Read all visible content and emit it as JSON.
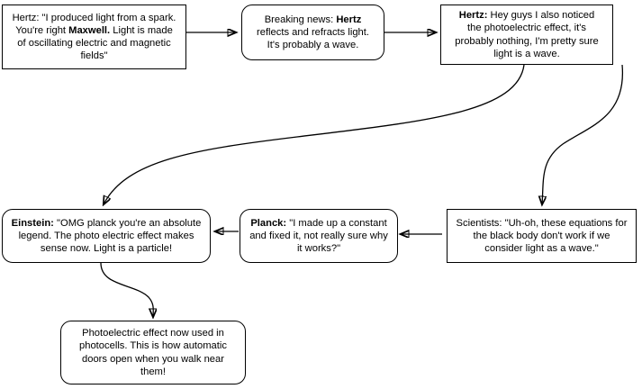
{
  "diagram": {
    "title": "History of light: wave vs particle flowchart",
    "type": "flowchart",
    "background_color": "#ffffff",
    "stroke_color": "#000000",
    "nodes": [
      {
        "id": "hertz-spark",
        "shape": "rectangle",
        "lead": "Hertz:",
        "lead_bold": false,
        "text": "Hertz: \"I produced light from a spark. You're right Maxwell. Light is made of oscillating electric and magnetic fields\"",
        "emphasis": "Maxwell."
      },
      {
        "id": "breaking-news",
        "shape": "rounded-rectangle",
        "lead": "Breaking news:",
        "lead_bold": false,
        "text": "Breaking news: Hertz reflects and refracts light. It's probably a wave.",
        "emphasis": "Hertz"
      },
      {
        "id": "hertz-photoelectric",
        "shape": "rectangle",
        "lead": "Hertz:",
        "lead_bold": true,
        "text": "Hertz: Hey guys I also noticed the photoelectric effect, it's probably nothing, I'm pretty sure light is a wave.",
        "emphasis": ""
      },
      {
        "id": "scientists-blackbody",
        "shape": "rectangle",
        "lead": "Scientists:",
        "lead_bold": false,
        "text": "Scientists: \"Uh-oh, these equations for the black body don't work if we consider light as a wave.\"",
        "emphasis": ""
      },
      {
        "id": "planck-constant",
        "shape": "rounded-rectangle",
        "lead": "Planck:",
        "lead_bold": true,
        "text": "Planck: \"I made up a constant and fixed it, not really sure why it works?\"",
        "emphasis": ""
      },
      {
        "id": "einstein-particle",
        "shape": "rounded-rectangle",
        "lead": "Einstein:",
        "lead_bold": true,
        "text": "Einstein: \"OMG planck you're an absolute legend. The photo electric effect makes sense now. Light is a particle!",
        "emphasis": ""
      },
      {
        "id": "photocells",
        "shape": "rounded-rectangle",
        "lead": "",
        "lead_bold": false,
        "text": "Photoelectric effect now used in photocells. This is how automatic doors open when you walk near them!",
        "emphasis": ""
      }
    ],
    "edges": [
      {
        "from": "hertz-spark",
        "to": "breaking-news",
        "style": "straight-horizontal",
        "direction": "right"
      },
      {
        "from": "breaking-news",
        "to": "hertz-photoelectric",
        "style": "straight-horizontal",
        "direction": "right"
      },
      {
        "from": "hertz-photoelectric",
        "to": "scientists-blackbody",
        "style": "curved-s",
        "direction": "down"
      },
      {
        "from": "hertz-photoelectric",
        "to": "einstein-particle",
        "style": "curved-long-sweep",
        "direction": "down-left"
      },
      {
        "from": "scientists-blackbody",
        "to": "planck-constant",
        "style": "straight-horizontal",
        "direction": "left"
      },
      {
        "from": "planck-constant",
        "to": "einstein-particle",
        "style": "straight-horizontal",
        "direction": "left"
      },
      {
        "from": "einstein-particle",
        "to": "photocells",
        "style": "curved-s",
        "direction": "down"
      }
    ]
  },
  "labels": {
    "node_1_line_1": "Hertz: \"I produced light from a spark.",
    "node_1_line_2a": "You're right ",
    "node_1_line_2b": "Maxwell.",
    "node_1_line_2c": " Light is made",
    "node_1_line_3": "of oscillating electric and magnetic",
    "node_1_line_4": "fields\"",
    "node_2_line_1a": "Breaking news: ",
    "node_2_line_1b": "Hertz",
    "node_2_line_2": "reflects and refracts light.",
    "node_2_line_3": "It's probably a wave.",
    "node_3_lead": "Hertz:",
    "node_3_line_1": " Hey guys I also noticed",
    "node_3_line_2": "the photoelectric effect, it's",
    "node_3_line_3": "probably nothing, I'm pretty sure",
    "node_3_line_4": "light is a wave.",
    "node_4_line_1": "Scientists: \"Uh-oh, these equations for",
    "node_4_line_2": "the black body don't work if we",
    "node_4_line_3": "consider light as a wave.\"",
    "node_5_lead": "Planck:",
    "node_5_line_1": " \"I made up a constant",
    "node_5_line_2": "and fixed it, not really sure why",
    "node_5_line_3": "it works?\"",
    "node_6_lead": "Einstein:",
    "node_6_line_1": " \"OMG planck you're an absolute",
    "node_6_line_2": "legend. The photo electric effect makes",
    "node_6_line_3": "sense now. Light is a particle!",
    "node_7_line_1": "Photoelectric effect now used in",
    "node_7_line_2": "photocells. This is how automatic",
    "node_7_line_3": "doors open when you walk near",
    "node_7_line_4": "them!"
  }
}
